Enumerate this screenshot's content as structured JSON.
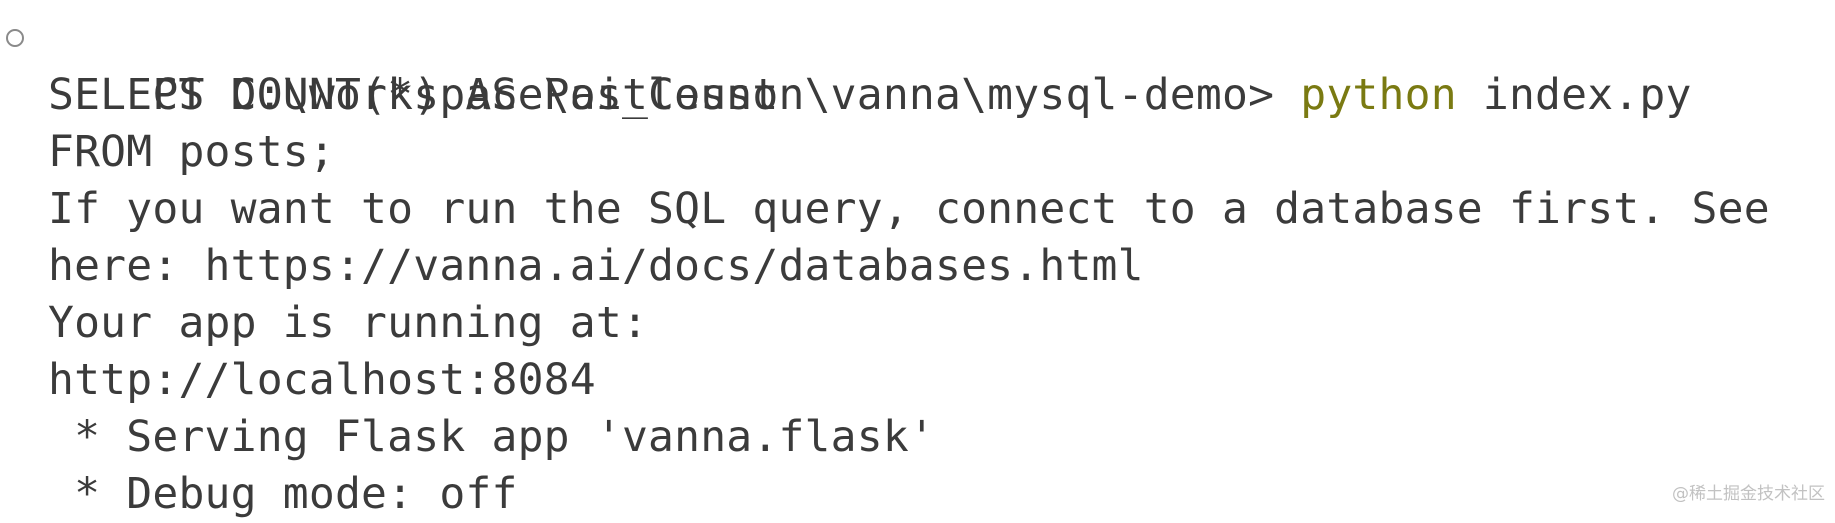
{
  "terminal": {
    "prompt": "PS D:\\workspace\\ai_lesson\\vanna\\mysql-demo> ",
    "command": "python",
    "command_args": " index.py",
    "command_color": "#7a7a12",
    "status_icon": "circle-outline-icon",
    "output_lines": [
      "SELECT COUNT(*) AS PostCount",
      "FROM posts;",
      "If you want to run the SQL query, connect to a database first. See",
      "here: https://vanna.ai/docs/databases.html",
      "Your app is running at:",
      "http://localhost:8084",
      " * Serving Flask app 'vanna.flask'",
      " * Debug mode: off"
    ]
  },
  "watermark": "@稀土掘金技术社区"
}
